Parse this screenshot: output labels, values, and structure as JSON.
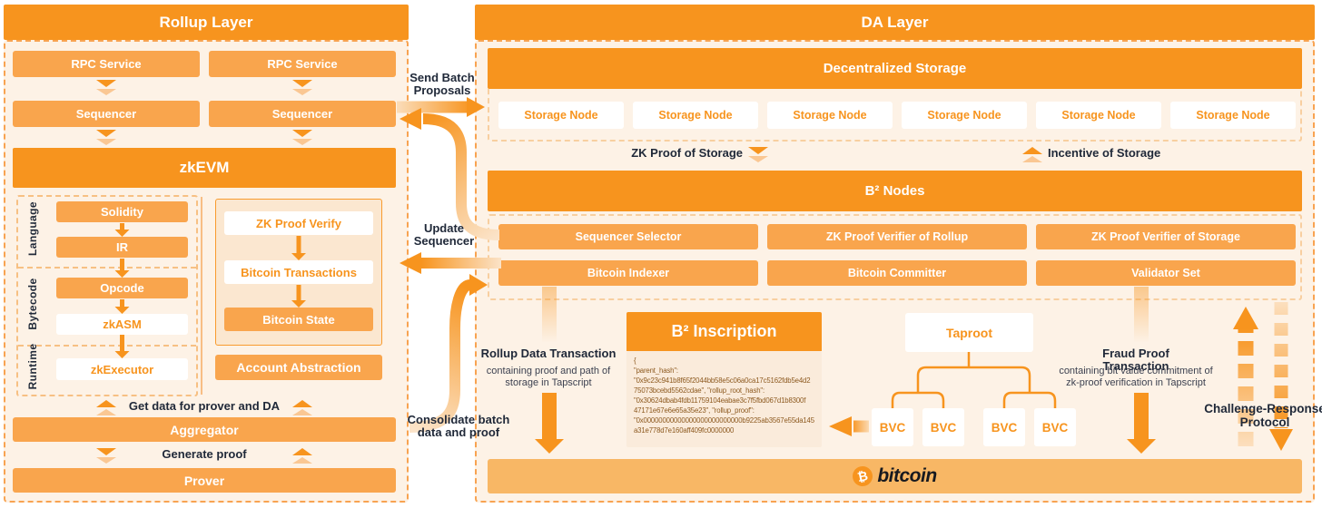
{
  "colors": {
    "accent_orange": "#F7941E",
    "box_orange": "#F9A54D",
    "panel_cream": "#FDF2E6",
    "bitcoin_bar": "#F8B765",
    "dark_text": "#1F2838",
    "white_box_text": "#F7941E",
    "inscription_text": "#8D5A20"
  },
  "rollup": {
    "title": "Rollup Layer",
    "rpc1": "RPC Service",
    "rpc2": "RPC Service",
    "seq1": "Sequencer",
    "seq2": "Sequencer",
    "zkevm": {
      "title": "zkEVM",
      "groups": {
        "language": "Language",
        "bytecode": "Bytecode",
        "runtime": "Runtime"
      },
      "flow": {
        "solidity": "Solidity",
        "ir": "IR",
        "opcode": "Opcode",
        "zkasm": "zkASM",
        "zkexecutor": "zkExecutor"
      },
      "right": {
        "zk_proof_verify": "ZK Proof Verify",
        "bitcoin_transactions": "Bitcoin Transactions",
        "bitcoin_state": "Bitcoin State",
        "account_abstraction": "Account Abstraction"
      }
    },
    "get_data_label": "Get data for prover and DA",
    "aggregator": "Aggregator",
    "generate_proof_label": "Generate proof",
    "prover": "Prover"
  },
  "middle": {
    "send_batch": "Send Batch Proposals",
    "update_sequencer": "Update Sequencer",
    "consolidate": "Consolidate batch data and proof"
  },
  "da": {
    "title": "DA Layer",
    "storage": {
      "title": "Decentralized Storage",
      "nodes": [
        "Storage Node",
        "Storage Node",
        "Storage Node",
        "Storage Node",
        "Storage Node",
        "Storage Node"
      ]
    },
    "zk_proof_of_storage": "ZK Proof of Storage",
    "incentive_of_storage": "Incentive of Storage",
    "b2nodes": {
      "title": "B² Nodes",
      "row1": [
        "Sequencer Selector",
        "ZK Proof Verifier of Rollup",
        "ZK Proof Verifier of Storage"
      ],
      "row2": [
        "Bitcoin Indexer",
        "Bitcoin Committer",
        "Validator Set"
      ]
    },
    "rollup_tx": {
      "title": "Rollup Data Transaction",
      "line1": "containing proof and path of",
      "line2": "storage in Tapscript"
    },
    "inscription": {
      "title": "B² Inscription",
      "json_lines": [
        "{",
        "\"parent_hash\":",
        "\"0x9c23c941b8f65f2044bb58e5c06a0ca17c5162fdb5e4d2",
        "75073bcebd5562cdae\",  \"rollup_root_hash\":",
        "\"0x30624dbab4fdb11759104eabae3c7f5fbd067d1b8300f",
        "47171e67e6e65a35e23\",  \"rollup_proof\":",
        "\"0x00000000000000000000000000b9225ab3567e55da145",
        "a31e778d7e160aff409fc0000000"
      ]
    },
    "taproot": "Taproot",
    "bvc": [
      "BVC",
      "BVC",
      "BVC",
      "BVC"
    ],
    "fraud_tx": {
      "title": "Fraud Proof Transaction",
      "line1": "containing bit value commitment of",
      "line2": "zk-proof verification in Tapscript"
    },
    "challenge": {
      "line1": "Challenge-Response",
      "line2": "Protocol"
    },
    "bitcoin": {
      "symbol": "₿",
      "label": "bitcoin"
    }
  }
}
